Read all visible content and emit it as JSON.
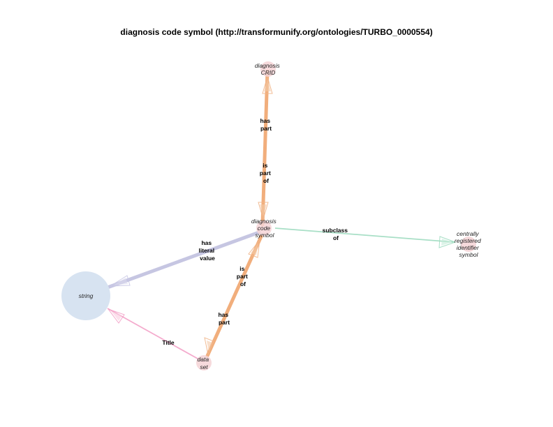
{
  "title": "diagnosis code symbol (http://transformunify.org/ontologies/TURBO_0000554)",
  "colors": {
    "node_fill": "#f4d3d6",
    "string_fill": "#d7e3f1",
    "has_part": "#ee9a5c",
    "literal": "#b9b8dc",
    "subclass": "#9fdcc0",
    "title_edge": "#f3a2c8"
  },
  "nodes": {
    "diagnosis_crid": [
      "diagnosis",
      "CRID"
    ],
    "diagnosis_code_symbol": [
      "diagnosis",
      "code",
      "symbol"
    ],
    "centrally_registered_identifier_symbol": [
      "centrally",
      "registered",
      "identifier",
      "symbol"
    ],
    "string": [
      "string"
    ],
    "data_set": [
      "data",
      "set"
    ]
  },
  "edges": {
    "has_part_top": [
      "has",
      "part"
    ],
    "is_part_of_top": [
      "is",
      "part",
      "of"
    ],
    "subclass_of": [
      "subclass",
      "of"
    ],
    "has_literal_value": [
      "has",
      "literal",
      "value"
    ],
    "is_part_of_bottom": [
      "is",
      "part",
      "of"
    ],
    "has_part_bottom": [
      "has",
      "part"
    ],
    "title_edge": [
      "Title"
    ]
  }
}
